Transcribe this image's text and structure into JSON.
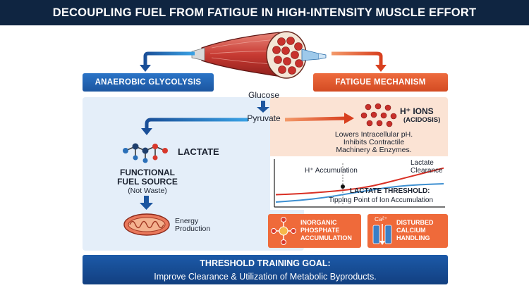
{
  "header": {
    "title": "DECOUPLING FUEL FROM FATIGUE IN HIGH-INTENSITY MUSCLE EFFORT"
  },
  "glycolysis": {
    "header_label": "ANAEROBIC GLYCOLYSIS",
    "lactate_label": "LACTATE",
    "fuel_title_line1": "FUNCTIONAL",
    "fuel_title_line2": "FUEL SOURCE",
    "fuel_note": "(Not Waste)",
    "energy_line1": "Energy",
    "energy_line2": "Production"
  },
  "pathway": {
    "glucose": "Glucose",
    "pyruvate": "Pyruvate"
  },
  "fatigue": {
    "header_label": "FATIGUE MECHANISM",
    "ions_label": "H⁺ IONS",
    "ions_note": "(ACIDOSIS)",
    "effect_line1": "Lowers Intracellular pH.",
    "effect_line2": "Inhibits Contractile",
    "effect_line3": "Machinery & Enzymes."
  },
  "chart_data": {
    "type": "line",
    "series": [
      {
        "name": "H⁺ Accumulation",
        "color": "#d93025",
        "values": [
          0.25,
          0.27,
          0.31,
          0.36,
          0.44,
          0.58,
          0.72,
          0.86
        ]
      },
      {
        "name": "Lactate Clearance",
        "color": "#3d8fd1",
        "values": [
          0.08,
          0.12,
          0.18,
          0.27,
          0.36,
          0.44,
          0.48,
          0.5
        ]
      }
    ],
    "threshold_label_line1": "LACTATE THRESHOLD:",
    "threshold_label_line2": "Tipping Point of Ion Accumulation",
    "clearance_label_line1": "Lactate",
    "clearance_label_line2": "Clearance"
  },
  "boxes": {
    "phosphate_line1": "INORGANIC",
    "phosphate_line2": "PHOSPHATE",
    "phosphate_line3": "ACCUMULATION",
    "calcium_symbol": "Ca²⁺",
    "calcium_line1": "DISTURBED",
    "calcium_line2": "CALCIUM",
    "calcium_line3": "HANDLING"
  },
  "goal": {
    "title": "THRESHOLD TRAINING GOAL:",
    "text": "Improve Clearance & Utilization of Metabolic Byproducts."
  },
  "colors": {
    "navy": "#0f2541",
    "blue": "#1c56a0",
    "orange": "#e0552b"
  }
}
